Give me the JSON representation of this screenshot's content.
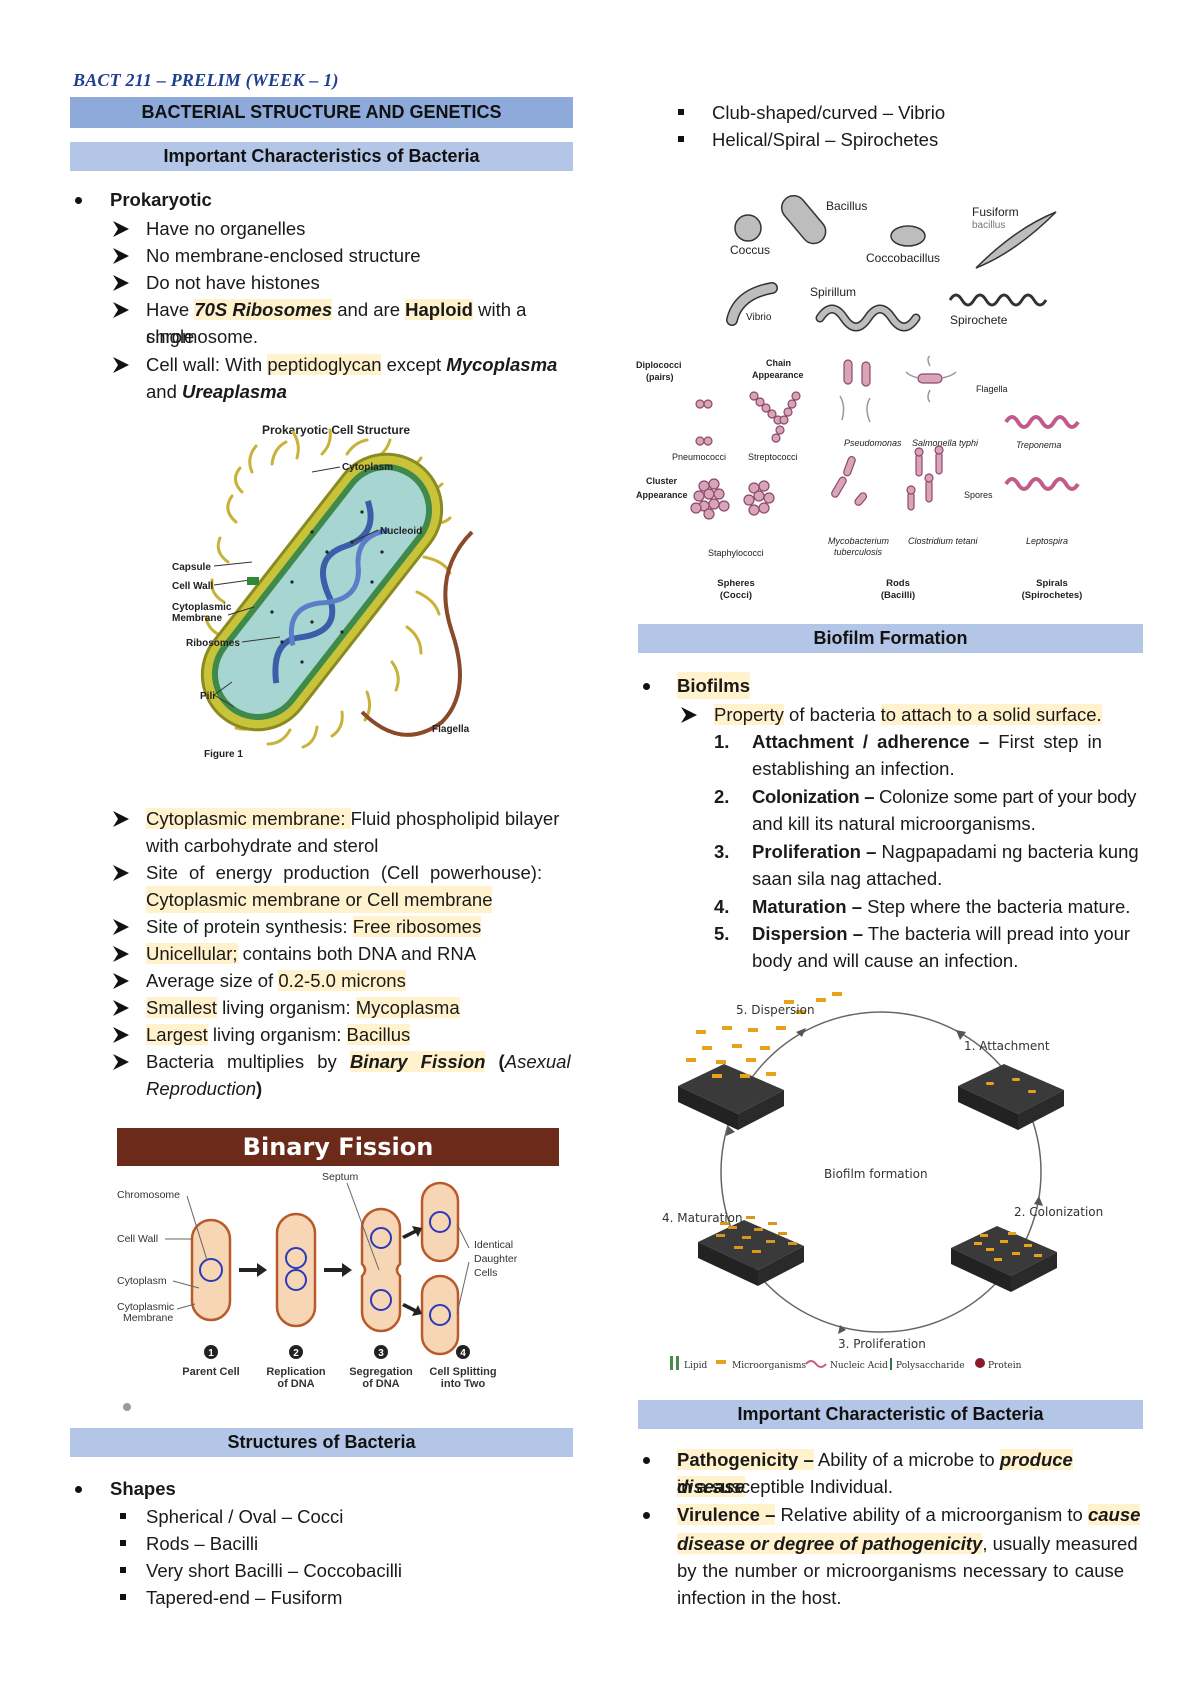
{
  "header": "BACT 211 – PRELIM (WEEK – 1)",
  "left": {
    "banner_main": "BACTERIAL STRUCTURE AND GENETICS",
    "banner_sub": "Important Characteristics of Bacteria",
    "prokaryotic_title": "Prokaryotic",
    "pk_items": {
      "a": "Have no organelles",
      "b": "No membrane-enclosed structure",
      "c": "Do not have histones",
      "d_pre": "Have ",
      "d_70s": "70S Ribosomes",
      "d_mid": " and are ",
      "d_haploid": "Haploid",
      "d_post": " with a single",
      "d_line2": "chromosome.",
      "e_pre": " Cell wall: With ",
      "e_pep": "peptidoglycan",
      "e_mid": " except ",
      "e_myco": "Mycoplasma",
      "e_and": "and ",
      "e_urea": "Ureaplasma"
    },
    "fig1": {
      "title": "Prokaryotic Cell Structure",
      "caption": "Figure 1",
      "labels": {
        "cytoplasm": "Cytoplasm",
        "nucleoid": "Nucleoid",
        "capsule": "Capsule",
        "cellwall": "Cell Wall",
        "cytomem1": "Cytoplasmic",
        "cytomem2": "Membrane",
        "ribosomes": "Ribosomes",
        "pili": "Pili",
        "flagella": "Flagella"
      }
    },
    "items2": {
      "a_hl": "Cytoplasmic membrane: ",
      "a_rest": "Fluid phospholipid bilayer",
      "a_line2": "with carbohydrate and sterol",
      "b_line1": "Site of energy production (Cell powerhouse):",
      "b_line2": "Cytoplasmic membrane or Cell membrane",
      "c_pre": "Site of protein synthesis: ",
      "c_hl": "Free ribosomes",
      "d_hl": "Unicellular;",
      "d_rest": " contains both DNA and RNA",
      "e_pre": "Average size of ",
      "e_hl": "0.2-5.0 microns",
      "f_hl1": "Smallest",
      "f_mid": " living organism: ",
      "f_hl2": "Mycoplasma",
      "g_hl1": "Largest",
      "g_mid": " living organism: ",
      "g_hl2": "Bacillus",
      "h_pre": "Bacteria multiplies by ",
      "h_bf": "Binary Fission",
      "h_open": " (",
      "h_asex": "Asexual",
      "h_line2": "Reproduction",
      "h_close": ")"
    },
    "binary": {
      "title": "Binary Fission",
      "labels": {
        "chromosome": "Chromosome",
        "cellwall": "Cell Wall",
        "cytoplasm": "Cytoplasm",
        "cytomem1": "Cytoplasmic",
        "cytomem2": "Membrane",
        "septum": "Septum",
        "ident1": "Identical",
        "ident2": "Daughter",
        "ident3": "Cells"
      },
      "steps": [
        {
          "num": "1",
          "l1": "Parent Cell",
          "l2": ""
        },
        {
          "num": "2",
          "l1": "Replication",
          "l2": "of DNA"
        },
        {
          "num": "3",
          "l1": "Segregation",
          "l2": "of DNA"
        },
        {
          "num": "4",
          "l1": "Cell Splitting",
          "l2": "into Two"
        }
      ]
    },
    "banner_structures": "Structures of Bacteria",
    "shapes_title": "Shapes",
    "shapes": [
      "Spherical / Oval – Cocci",
      "Rods – Bacilli",
      "Very short Bacilli – Coccobacilli",
      "Tapered-end – Fusiform"
    ]
  },
  "right": {
    "shapes_cont": [
      "Club-shaped/curved – Vibrio",
      "Helical/Spiral – Spirochetes"
    ],
    "morph1": {
      "bacillus": "Bacillus",
      "fusiform1": "Fusiform",
      "fusiform2": "bacillus",
      "coccus": "Coccus",
      "coccobacillus": "Coccobacillus",
      "spirillum": "Spirillum",
      "vibrio": "Vibrio",
      "spirochete": "Spirochete"
    },
    "morph2": {
      "diplo1": "Diplococci",
      "diplo2": "(pairs)",
      "chain1": "Chain",
      "chain2": "Appearance",
      "pneumo": "Pneumococci",
      "strepto": "Streptococci",
      "cluster1": "Cluster",
      "cluster2": "Appearance",
      "staph": "Staphylococci",
      "pseudo": "Pseudomonas",
      "salmo": "Salmonella typhi",
      "flagella": "Flagella",
      "spores": "Spores",
      "myco1": "Mycobacterium",
      "myco2": "tuberculosis",
      "clost": "Clostridium tetani",
      "trepo": "Treponema",
      "lepto": "Leptospira",
      "spheres1": "Spheres",
      "spheres2": "(Cocci)",
      "rods1": "Rods",
      "rods2": "(Bacilli)",
      "spirals1": "Spirals",
      "spirals2": "(Spirochetes)"
    },
    "banner_biofilm": "Biofilm Formation",
    "biofilms_title": "Biofilms",
    "prop_hl1": "Property",
    "prop_mid": " of bacteria ",
    "prop_hl2": "to attach to a solid surface.",
    "steps": [
      {
        "num": "1.",
        "title": "Attachment / adherence –",
        "rest": " First step in",
        "line2": "establishing an infection."
      },
      {
        "num": "2.",
        "title": "Colonization –",
        "rest": " Colonize some part of your body",
        "line2": "and kill its natural microorganisms."
      },
      {
        "num": "3.",
        "title": "Proliferation –",
        "rest": " Nagpapadami ng bacteria kung",
        "line2": "saan sila nag attached."
      },
      {
        "num": "4.",
        "title": "Maturation –",
        "rest": " Step where the bacteria mature.",
        "line2": ""
      },
      {
        "num": "5.",
        "title": "Dispersion –",
        "rest": " The bacteria will pread into your",
        "line2": "body and will cause an infection."
      }
    ],
    "cycle": {
      "center": "Biofilm formation",
      "s1": "1. Attachment",
      "s2": "2. Colonization",
      "s3": "3. Proliferation",
      "s4": "4. Maturation",
      "s5": "5. Dispersion",
      "legend": [
        "Lipid",
        "Microorganisms",
        "Nucleic Acid",
        "Polysaccharide",
        "Protein"
      ]
    },
    "banner_important": "Important Characteristic of Bacteria",
    "patho_title": "Pathogenicity –",
    "patho_rest": " Ability of a microbe to ",
    "patho_bi": "produce disease",
    "patho_line2": "in a susceptible Individual.",
    "viru_title": "Virulence –",
    "viru_rest": " Relative ability of a microorganism to ",
    "viru_bi1": "cause",
    "viru_bi2": "disease or degree of pathogenicity",
    "viru_rest2": ", usually measured",
    "viru_line3": "by the number or microorganisms necessary to cause",
    "viru_line4": "infection in the host."
  }
}
